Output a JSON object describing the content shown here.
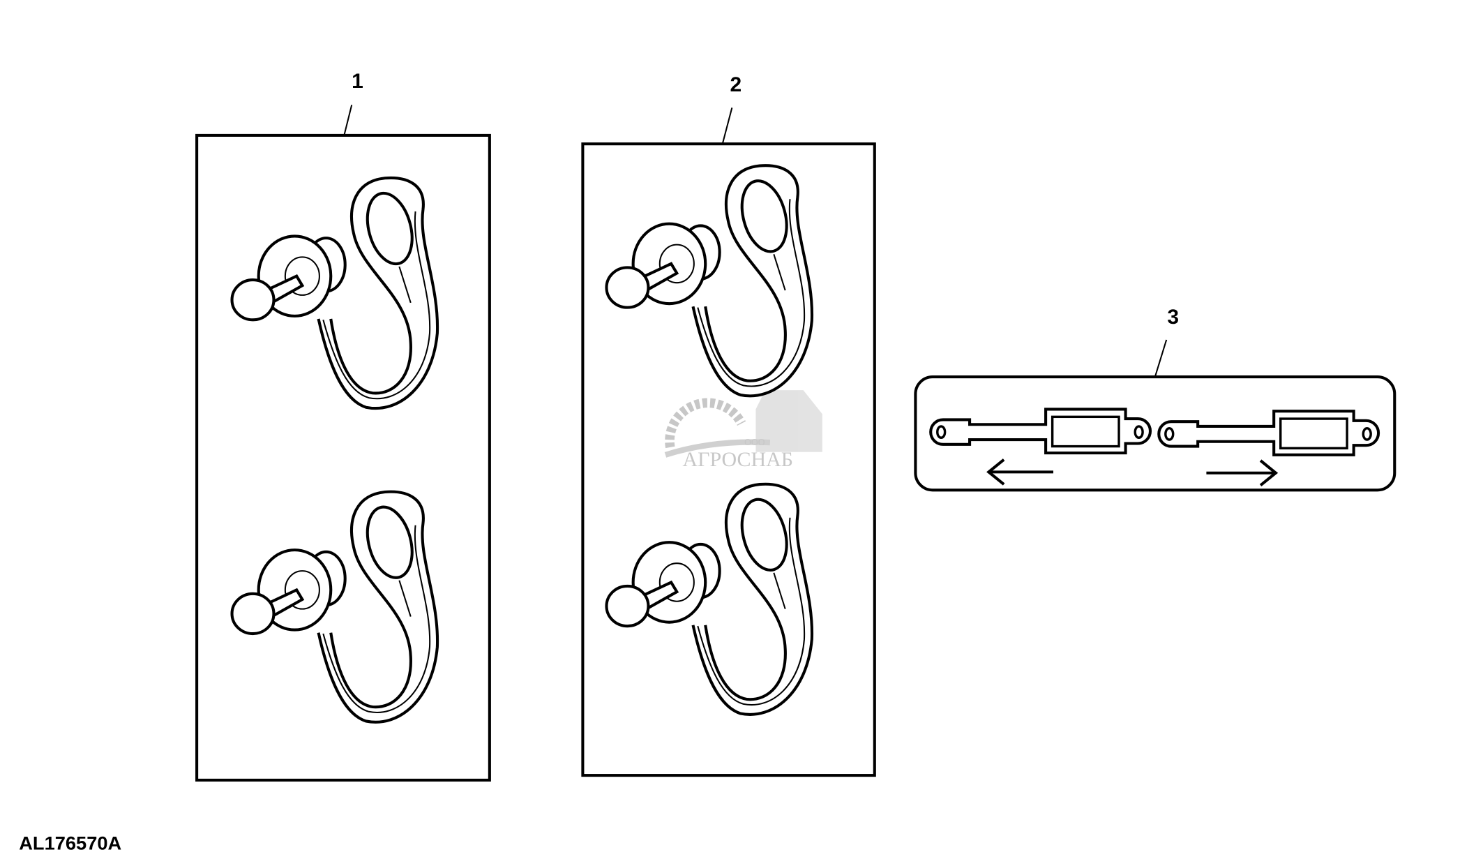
{
  "callouts": [
    "1",
    "2",
    "3"
  ],
  "figure_id": "AL176570A",
  "watermark": {
    "prefix": "ООО",
    "name": "АГРОСНАБ"
  },
  "colors": {
    "line": "#000000",
    "watermark": "#9a9a9a"
  }
}
